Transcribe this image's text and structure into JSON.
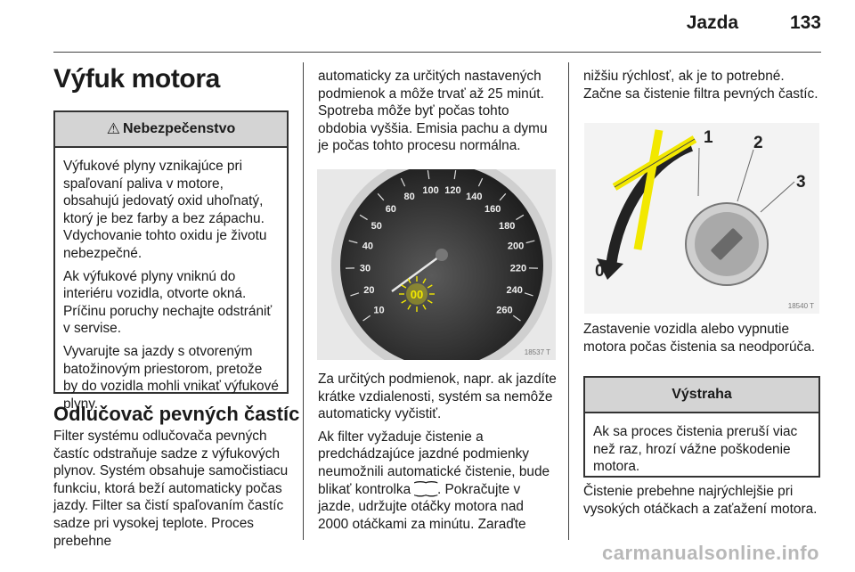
{
  "header": {
    "section": "Jazda",
    "page_number": "133"
  },
  "col1": {
    "title": "Výfuk motora",
    "danger_box": {
      "heading": "Nebezpečenstvo",
      "paragraphs": [
        "Výfukové plyny vznikajúce pri spaľovaní paliva v motore, obsahujú jedovatý oxid uhoľnatý, ktorý je bez farby a bez zápachu. Vdychovanie tohto oxidu je životu nebezpečné.",
        "Ak výfukové plyny vniknú do interiéru vozidla, otvorte okná. Príčinu poruchy nechajte odstrániť v servise.",
        "Vyvarujte sa jazdy s otvoreným batožinovým priestorom, pretože by do vozidla mohli vnikať výfukové plyny."
      ]
    },
    "section_heading": "Odlučovač pevných častíc",
    "section_text": "Filter systému odlučovača pevných častíc odstraňuje sadze z výfukových plynov. Systém obsahuje samočistiacu funkciu, ktorá beží automaticky počas jazdy. Filter sa čistí spaľovaním častíc sadze pri vysokej teplote. Proces prebehne"
  },
  "col2": {
    "para1": "automaticky za určitých nastavených podmienok a môže trvať až 25 minút. Spotreba môže byť počas tohto obdobia vyššia. Emisia pachu a dymu je počas tohto procesu normálna.",
    "figure_code": "18537 T",
    "gauge_labels": [
      "10",
      "20",
      "30",
      "40",
      "50",
      "60",
      "80",
      "100",
      "120",
      "140",
      "160",
      "180",
      "200",
      "220",
      "240",
      "260"
    ],
    "para2": "Za určitých podmienok, napr. ak jazdíte krátke vzdialenosti, systém sa nemôže automaticky vyčistiť.",
    "para3_a": "Ak filter vyžaduje čistenie a predchádzajúce jazdné podmienky neumožnili automatické čistenie, bude blikať kontrolka",
    "para3_b": ". Pokračujte v jazde, udržujte otáčky motora nad 2000 otáčkami za minútu. Zaraďte"
  },
  "col3": {
    "para1": "nižšiu rýchlosť, ak je to potrebné. Začne sa čistenie filtra pevných častíc.",
    "figure_code": "18540 T",
    "figure_labels": [
      "0",
      "1",
      "2",
      "3"
    ],
    "para2": "Zastavenie vozidla alebo vypnutie motora počas čistenia sa neodporúča.",
    "warning_box": {
      "heading": "Výstraha",
      "text": "Ak sa proces čistenia preruší viac než raz, hrozí vážne poškodenie motora."
    },
    "para3": "Čistenie prebehne najrýchlejšie pri vysokých otáčkach a zaťažení motora."
  },
  "footer": {
    "watermark": "carmanualsonline.info"
  },
  "colors": {
    "warning_yellow": "#f2e800",
    "arrow_dark": "#222222",
    "box_header_gray": "#d4d4d4"
  }
}
